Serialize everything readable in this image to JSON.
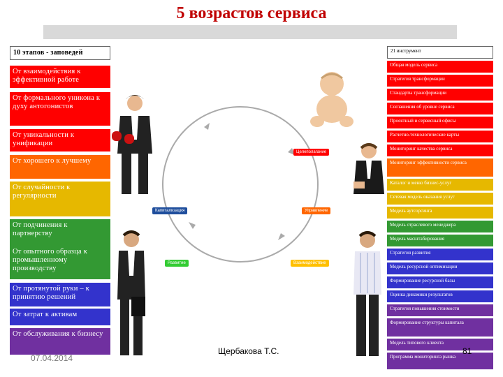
{
  "title": "5 возрастов сервиса",
  "left_header": "10 этапов - заповедей",
  "left_items": [
    "От взаимодействия к эффективной работе",
    "От формального уникона к духу антогонистов",
    "От уникальности к унификации",
    "От хорошего к лучшему",
    "От случайности к регулярности",
    "От подчинения к партнерству",
    "От опытного образца к промышленному производству",
    "От протянутой руки – к принятию решений",
    "От затрат к активам",
    "От обслуживания к бизнесу"
  ],
  "right_header": "21 инструмент",
  "right_items": [
    "Общая модель сервиса",
    "Стратегия трансформации",
    "Стандарты трансформации",
    "Соглашения об уровне сервиса",
    "Проектный и сервисный офисы",
    "Расчетно-технологические карты",
    "Мониторинг качества сервиса",
    "Мониторинг эффективности сервиса",
    "Каталог и меню бизнес-услуг",
    "Сетевая модель оказания услуг",
    "Модель аутсорсинга",
    "Модель отраслевого менеджера",
    "Модель масштабирования",
    "Стратегия развития",
    "Модель ресурсной оптимизации",
    "Формирование ресурсной базы",
    "Оценка динамики результатов",
    "Стратегия повышения стоимости",
    "Формирование структуры капитала",
    "Модель типового клиента",
    "Программа мониторинга рынка"
  ],
  "stages": {
    "goal": "Целеполагание",
    "capitalization": "Капитализация",
    "management": "Управление",
    "development": "Развитие",
    "interaction": "Взаимодействие"
  },
  "footer": {
    "date": "07.04.2014",
    "author": "Щербакова Т.С.",
    "page": "81"
  }
}
